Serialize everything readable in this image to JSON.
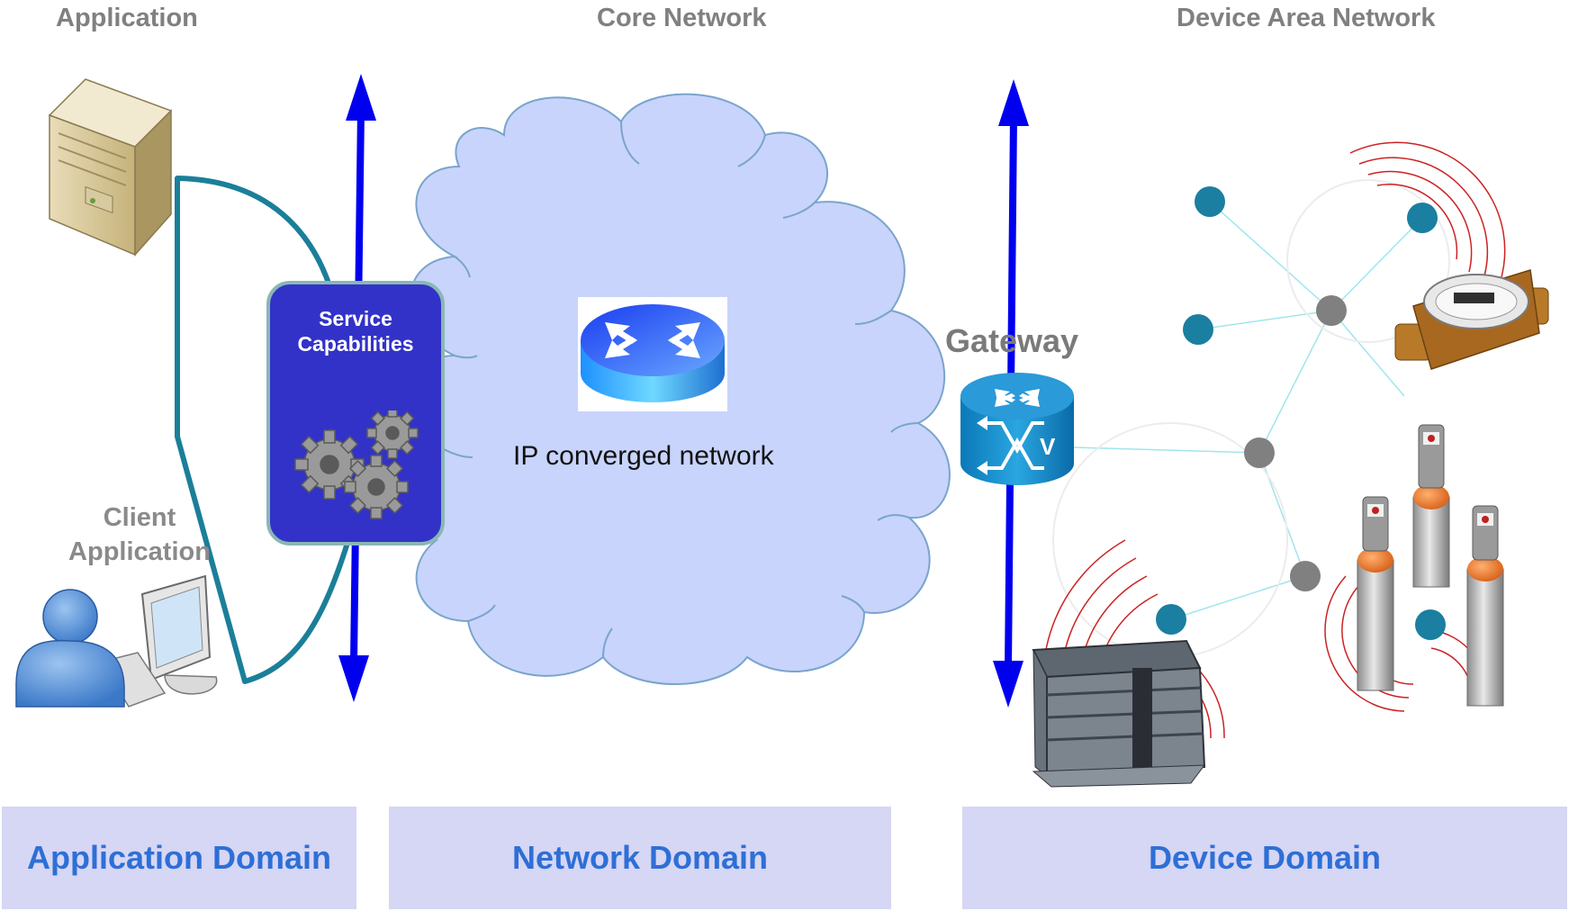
{
  "headers": {
    "application": "Application",
    "core_network": "Core Network",
    "device_area_network": "Device Area Network"
  },
  "labels": {
    "client_application": "Client\nApplication",
    "service_capabilities": "Service\nCapabilities",
    "ip_network": "IP converged network",
    "gateway": "Gateway"
  },
  "domains": {
    "application": "Application Domain",
    "network": "Network Domain",
    "device": "Device Domain"
  },
  "colors": {
    "domain_bg": "#d6d6f5",
    "domain_text": "#2e6fd6",
    "cloud_fill": "#c8d4fb",
    "arrow": "#0000ee",
    "service_box": "#3232c8",
    "teal_line": "#1b7f99",
    "node_teal": "#1a7fa0",
    "node_gray": "#808080"
  },
  "icons": [
    "server-icon",
    "user-computer-icon",
    "router-icon",
    "gateway-router-icon",
    "gears-icon",
    "water-meter-icon",
    "tank-icon",
    "gas-cylinder-icon"
  ]
}
